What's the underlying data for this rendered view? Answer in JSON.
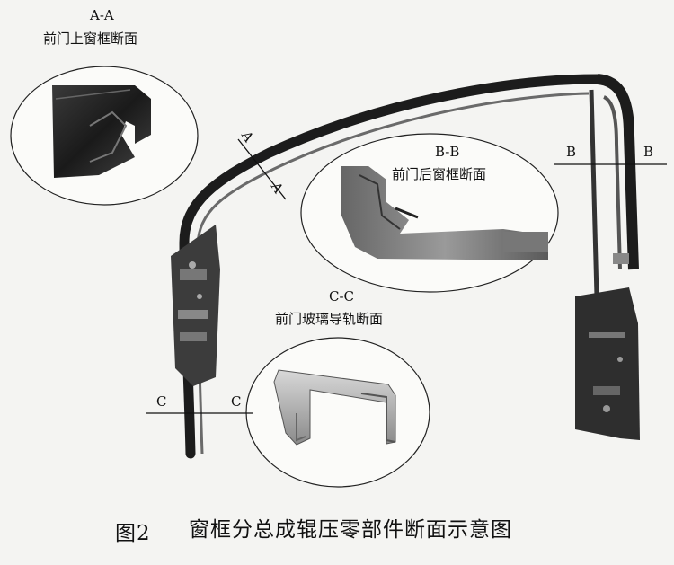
{
  "sections": {
    "aa": {
      "code": "A-A",
      "title": "前门上窗框断面"
    },
    "bb": {
      "code": "B-B",
      "title": "前门后窗框断面"
    },
    "cc": {
      "code": "C-C",
      "title": "前门玻璃导轨断面"
    }
  },
  "cut_marks": {
    "a_top": "A",
    "a_bottom": "A",
    "b_left": "B",
    "b_right": "B",
    "c_left": "C",
    "c_right": "C"
  },
  "caption": {
    "figure": "图2",
    "text": "窗框分总成辊压零部件断面示意图"
  },
  "colors": {
    "frame": "#1c1c1c",
    "profile": "#8a8a8a",
    "background": "#f4f4f2"
  }
}
